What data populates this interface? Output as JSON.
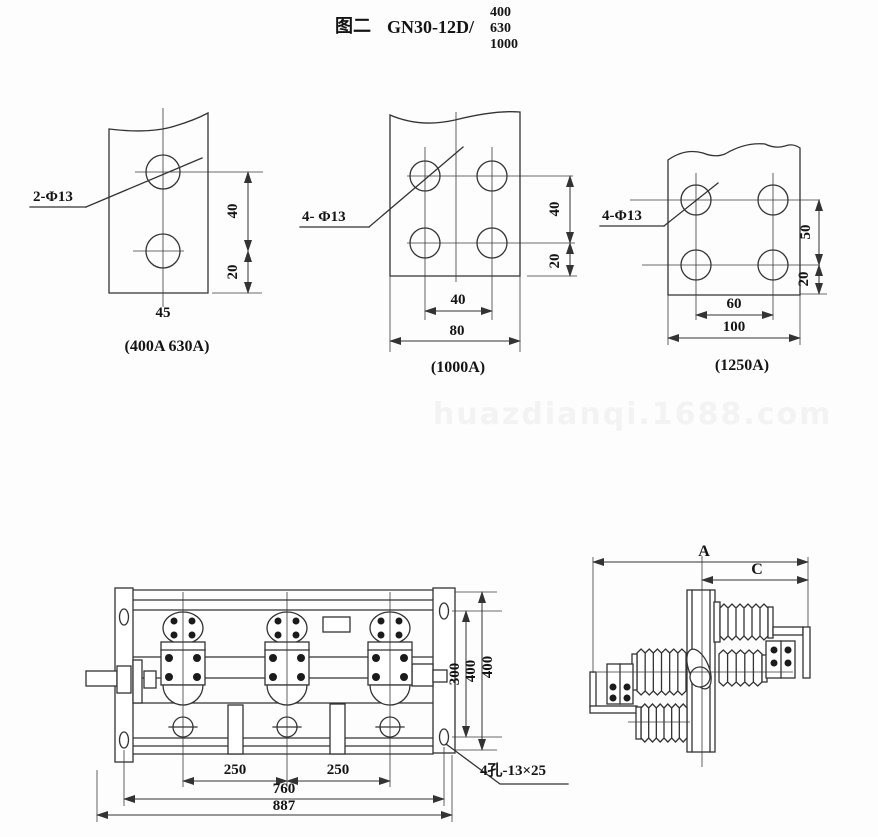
{
  "figure_title": {
    "figure_no": "图二",
    "model": "GN30-12D/",
    "current_ratings": {
      "r1": "400",
      "r2": "630",
      "r3": "1000"
    }
  },
  "watermark_text": "huazdianqi.1688.com",
  "terminal_drilling": {
    "variant_400_630": {
      "holes": "2-Φ13",
      "hole_pitch": "40",
      "edge_distance": "20",
      "width": "45",
      "caption": "(400A 630A)"
    },
    "variant_1000": {
      "holes": "4- Φ13",
      "row_pitch": "40",
      "edge_distance": "20",
      "col_pitch": "40",
      "overall_width": "80",
      "caption": "(1000A)"
    },
    "variant_1250": {
      "holes": "4-Φ13",
      "row_pitch": "50",
      "edge_distance": "20",
      "col_pitch": "60",
      "overall_width": "100",
      "caption": "(1250A)"
    }
  },
  "front_view": {
    "pole_pitch_left": "250",
    "pole_pitch_right": "250",
    "mounting_span": "760",
    "overall_width": "887",
    "slot_pitch": "300",
    "height": "400",
    "height_dup": "400",
    "mounting_holes_note": "4孔-13×25"
  },
  "side_view": {
    "dim_a": "A",
    "dim_c": "C"
  }
}
